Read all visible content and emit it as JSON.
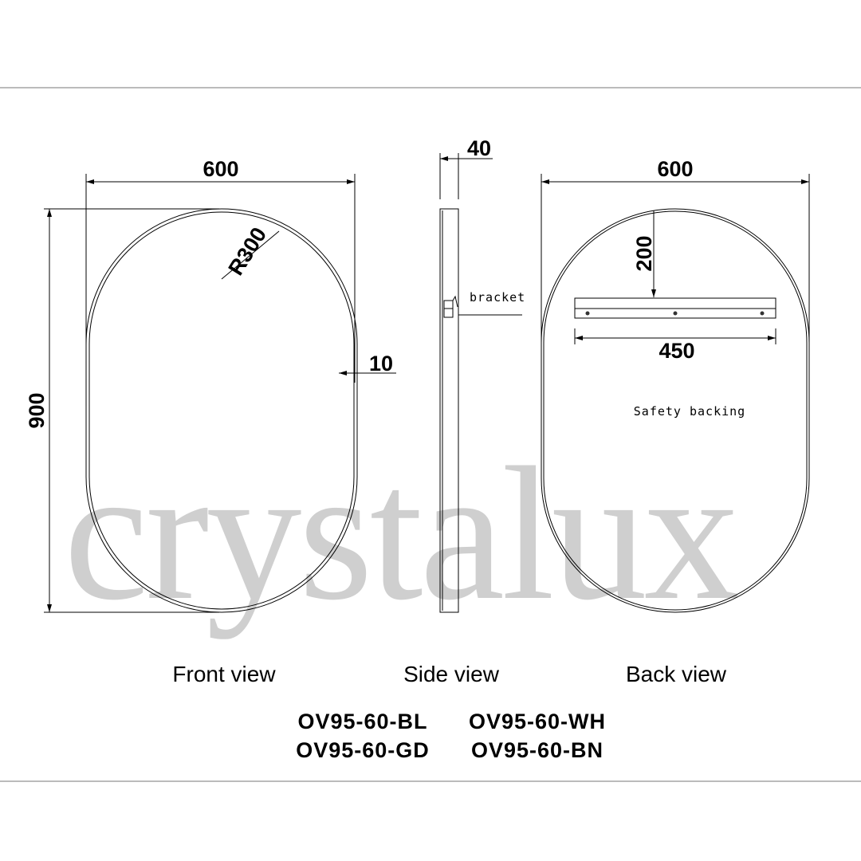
{
  "brand_watermark": "crystalux",
  "front_view": {
    "label": "Front view",
    "width": "600",
    "height": "900",
    "radius": "R300",
    "frame": "10"
  },
  "side_view": {
    "label": "Side view",
    "depth": "40",
    "bracket_label": "bracket"
  },
  "back_view": {
    "label": "Back view",
    "width": "600",
    "bracket_offset": "200",
    "bracket_length": "450",
    "backing_label": "Safety backing"
  },
  "models": [
    "OV95-60-BL",
    "OV95-60-WH",
    "OV95-60-GD",
    "OV95-60-BN"
  ]
}
